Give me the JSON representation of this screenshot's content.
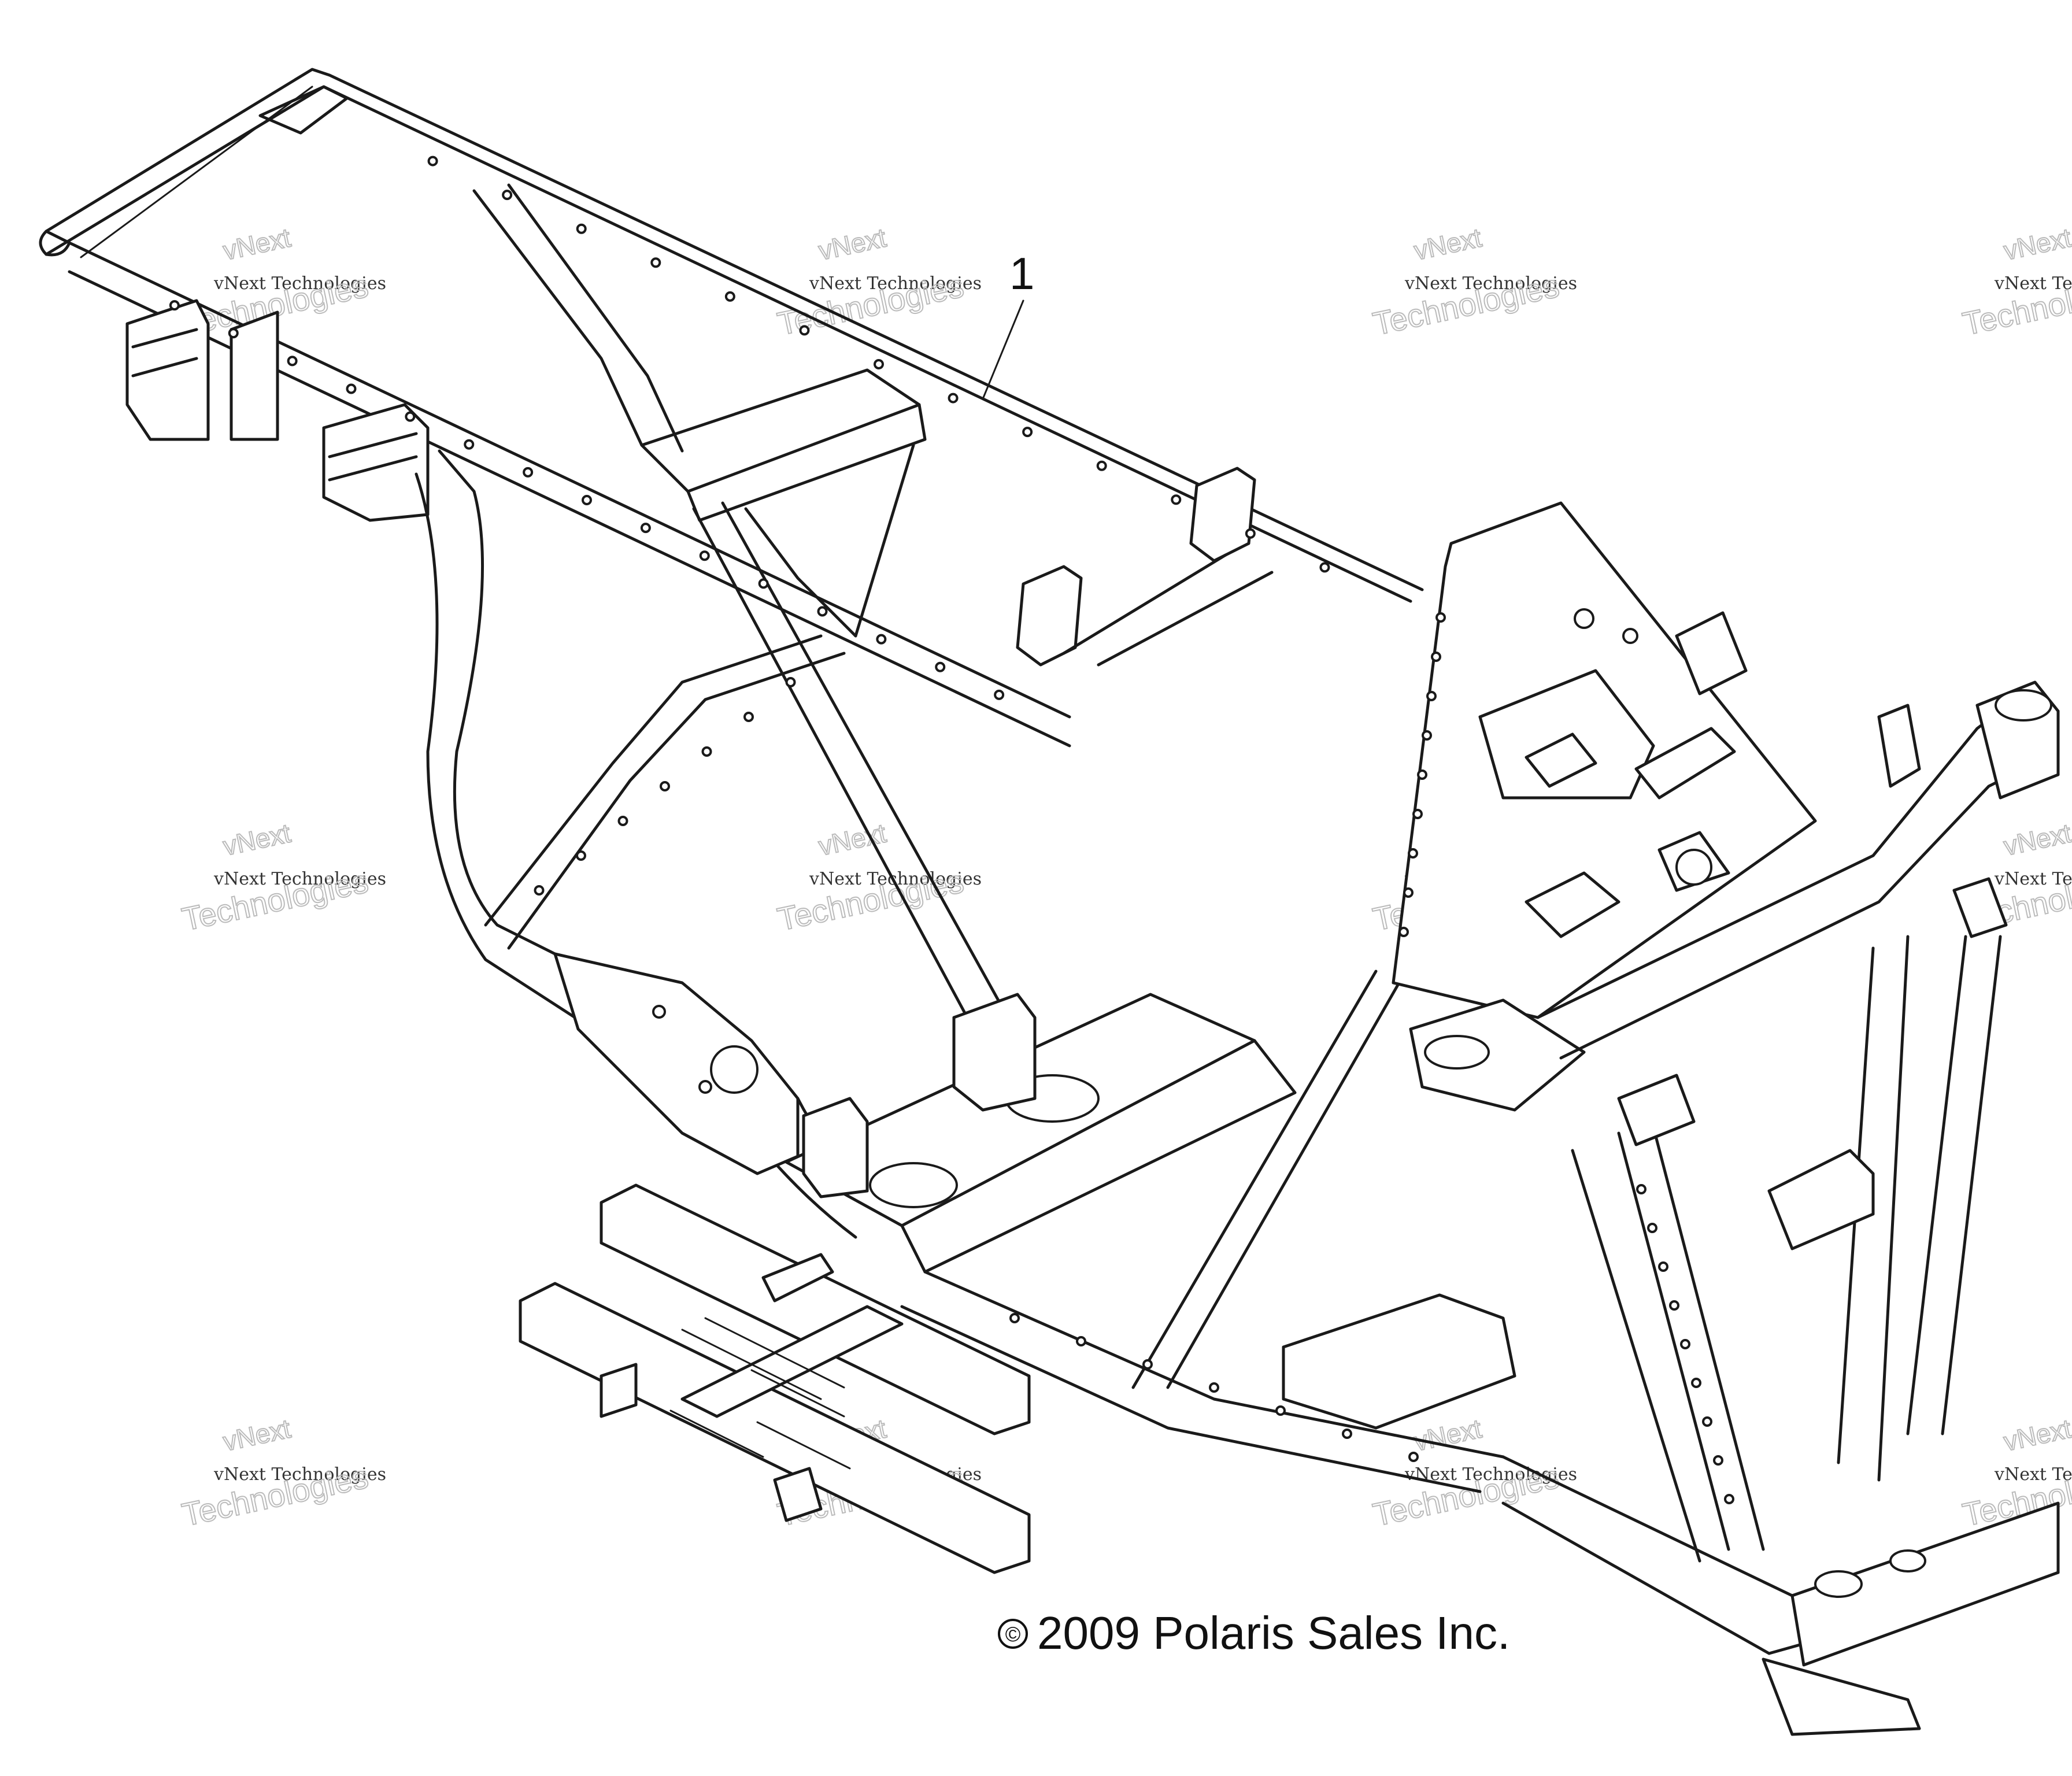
{
  "diagram": {
    "part_callout": "1",
    "copyright": "2009 Polaris Sales Inc.",
    "copyright_symbol": "©"
  },
  "watermark": {
    "line_small": "vNext Technologies",
    "line_top": "vNext",
    "line_big": "Technologies"
  }
}
